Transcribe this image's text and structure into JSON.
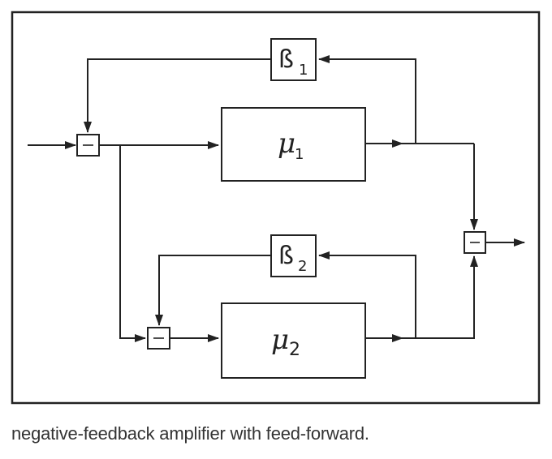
{
  "diagram": {
    "beta1": {
      "symbol": "ß",
      "subscript": "1"
    },
    "mu1": {
      "symbol": "μ",
      "subscript": "1"
    },
    "beta2": {
      "symbol": "ß",
      "subscript": "2"
    },
    "mu2": {
      "symbol": "μ",
      "subscript": "2"
    },
    "summer_sign": "–"
  },
  "caption": "negative-feedback amplifier with feed-forward.",
  "colors": {
    "line": "#222222",
    "frame": "#222222",
    "background": "#ffffff"
  }
}
